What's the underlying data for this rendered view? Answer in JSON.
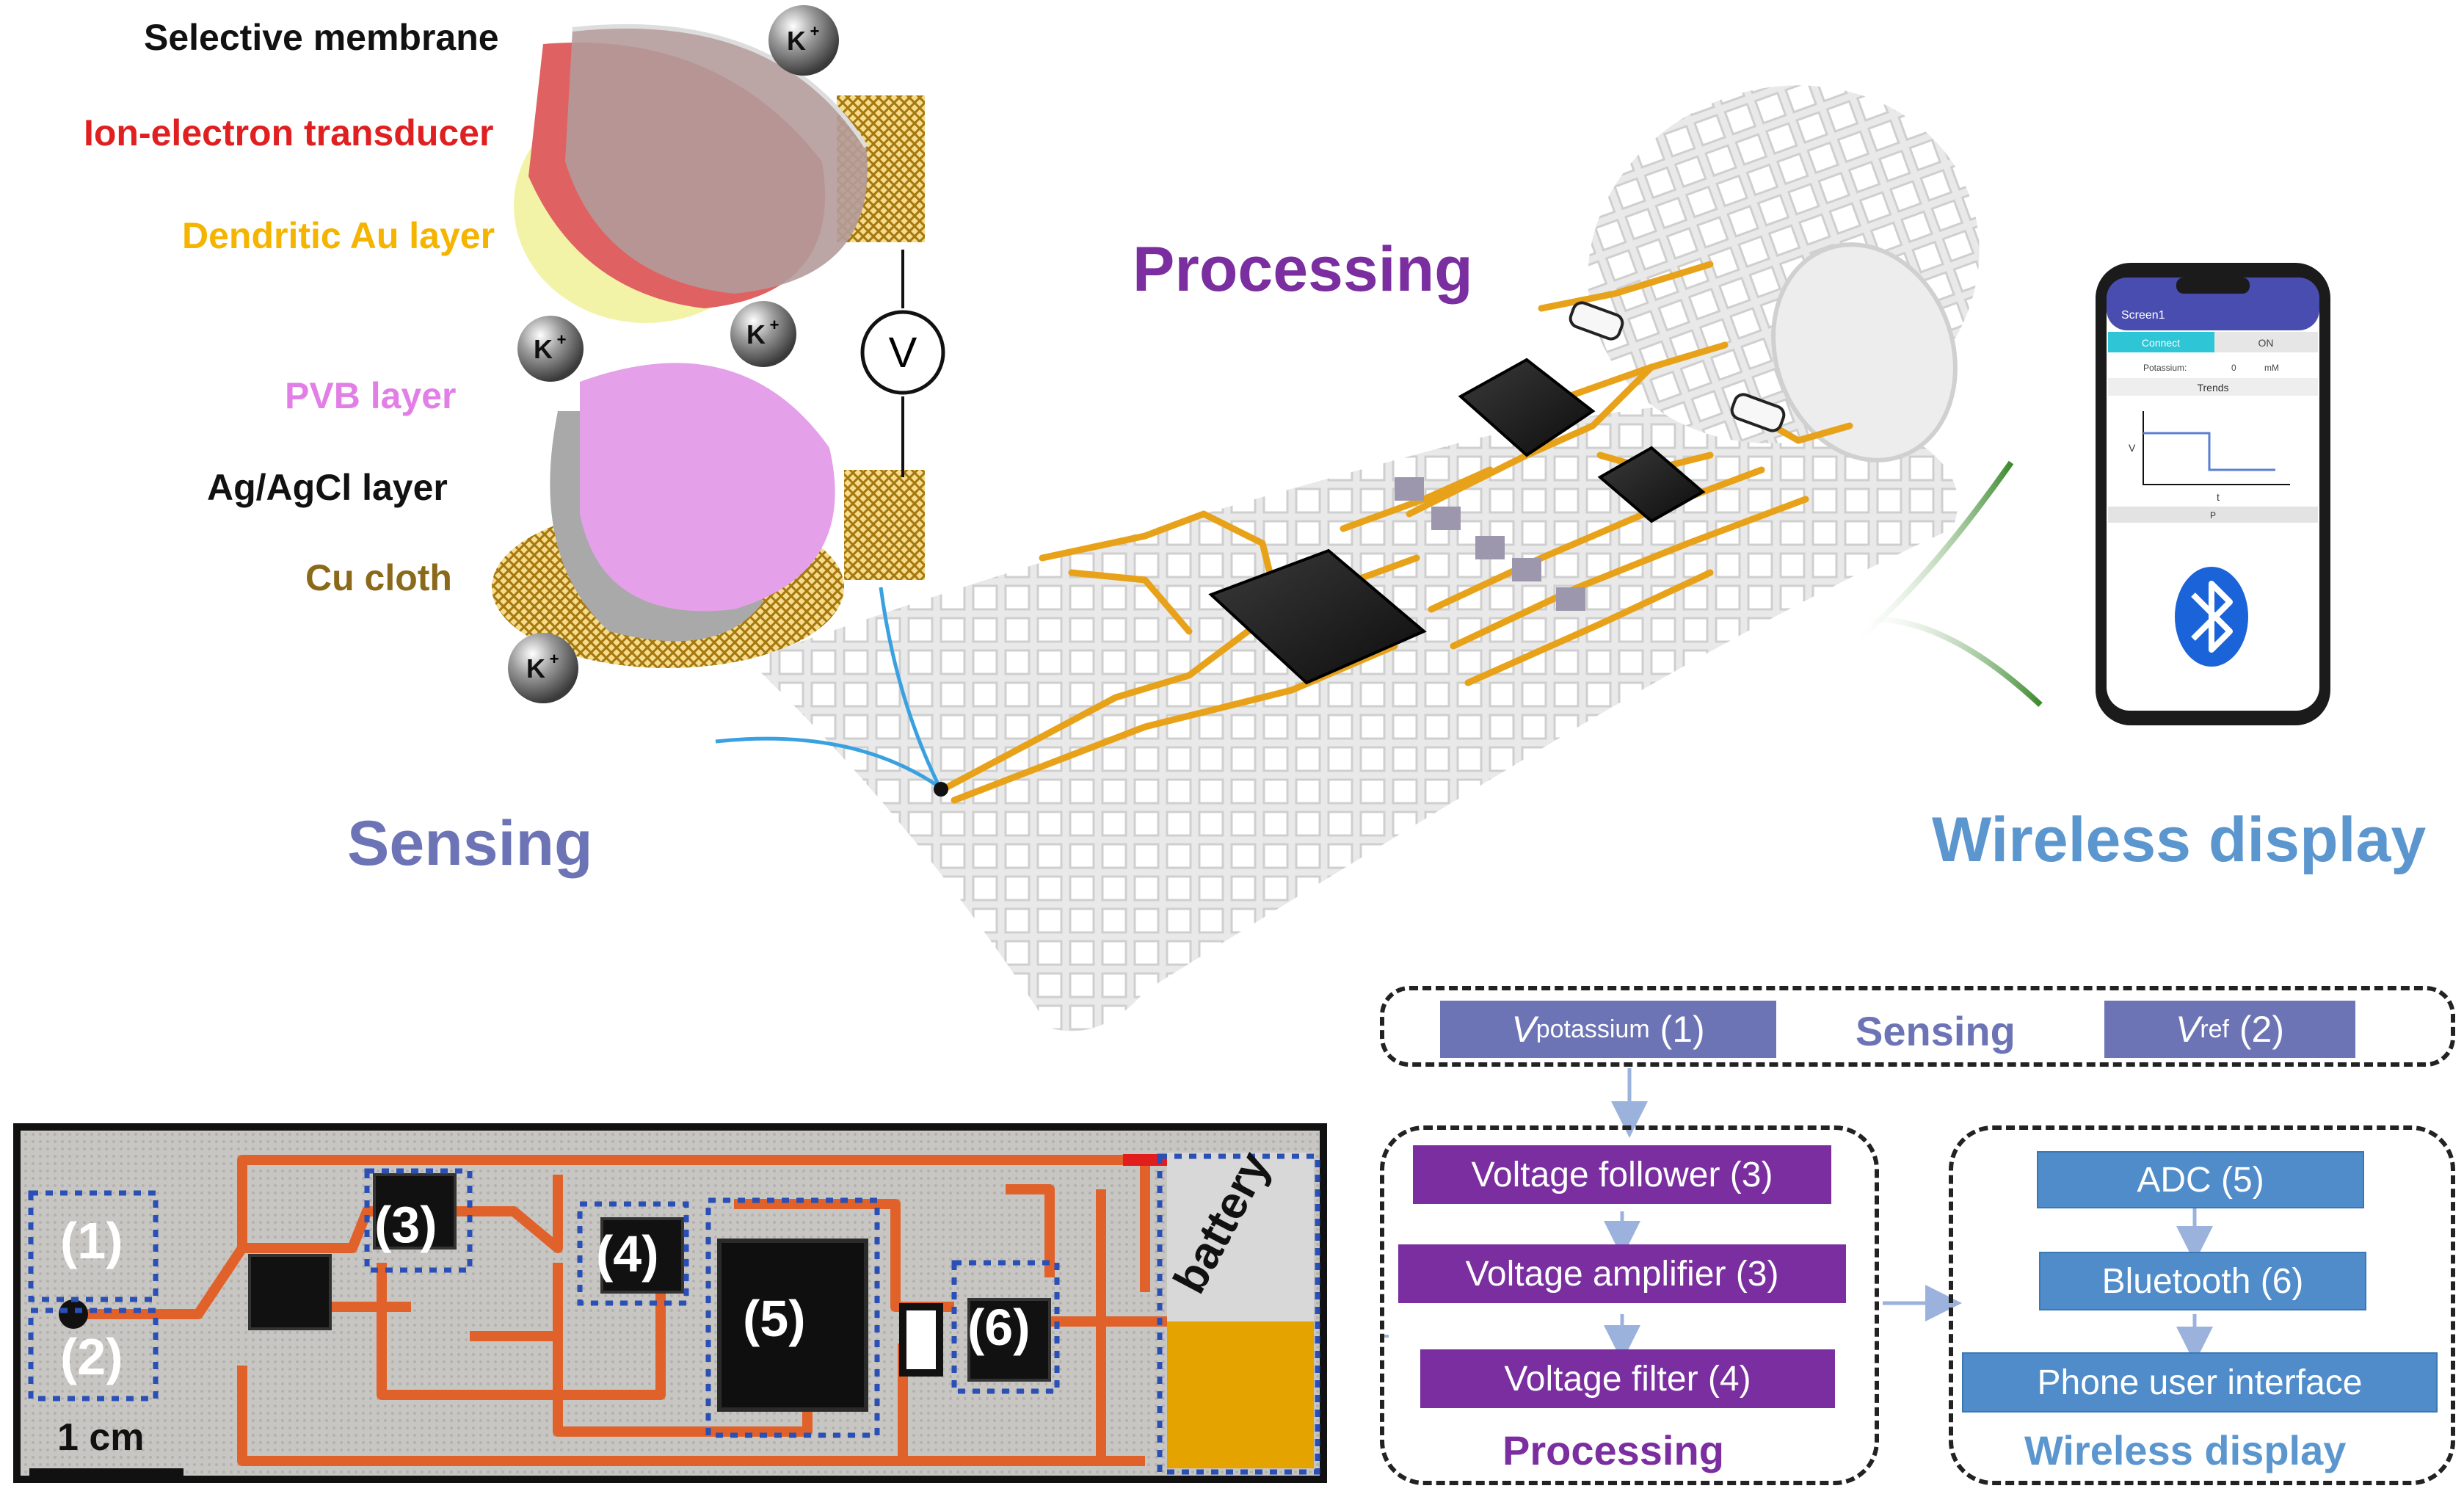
{
  "schematic": {
    "layers": {
      "selective_membrane": "Selective membrane",
      "ion_electron_transducer": "Ion-electron transducer",
      "dendritic_au": "Dendritic Au layer",
      "pvb": "PVB layer",
      "agagcl": "Ag/AgCl layer",
      "cu_cloth": "Cu cloth"
    },
    "ion_label": "K",
    "ion_charge": "+",
    "voltmeter": "V"
  },
  "stages": {
    "processing": "Processing",
    "sensing": "Sensing",
    "wireless": "Wireless display"
  },
  "phone": {
    "screen_title": "Screen1",
    "connect_btn": "Connect",
    "on_label": "ON",
    "potassium_label": "Potassium:",
    "potassium_value": "0",
    "unit": "mM",
    "trends": "Trends",
    "v_axis": "V",
    "t_axis": "t",
    "footer": "P"
  },
  "pcb": {
    "labels": [
      "(1)",
      "(2)",
      "(3)",
      "(4)",
      "(5)",
      "(6)"
    ],
    "battery": "battery",
    "scale": "1 cm"
  },
  "flow": {
    "sensing_title": "Sensing",
    "v_potassium": {
      "symbol": "V",
      "sub": "potassium",
      "tag": " (1)"
    },
    "v_ref": {
      "symbol": "V",
      "sub": "ref",
      "tag": " (2)"
    },
    "processing_title": "Processing",
    "voltage_follower": "Voltage follower (3)",
    "voltage_amplifier": "Voltage amplifier (3)",
    "voltage_filter": "Voltage filter (4)",
    "wireless_title": "Wireless display",
    "adc": "ADC (5)",
    "bluetooth": "Bluetooth (6)",
    "phone_ui": "Phone user interface"
  },
  "colors": {
    "processing_purple": "#7a2e9f",
    "sensing_blue": "#6c74b6",
    "wireless_blue": "#4f8cc9",
    "trace_gold": "#e8a21a",
    "pcb_trace": "#e0622a",
    "transducer_red": "#e03434",
    "au_yellow": "#f4b400",
    "pvb_pink": "#e79be8",
    "cu_brown": "#8a6a1a"
  }
}
